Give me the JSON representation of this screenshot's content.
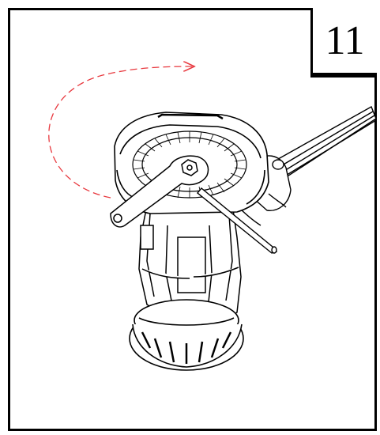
{
  "step": {
    "number": "11"
  },
  "colors": {
    "line": "#000000",
    "rotation_arrow": "#e8393f"
  },
  "illustration": {
    "subject": "trimmer-head-with-wrench-and-locking-rod",
    "rotation_direction": "clockwise"
  }
}
